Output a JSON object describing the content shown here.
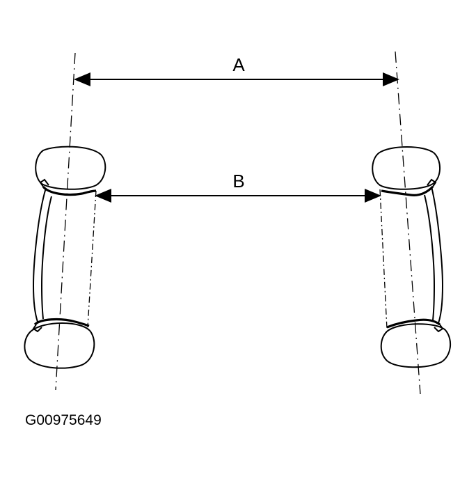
{
  "diagram": {
    "label_a": "A",
    "label_b": "B",
    "figure_code": "G00975649"
  }
}
